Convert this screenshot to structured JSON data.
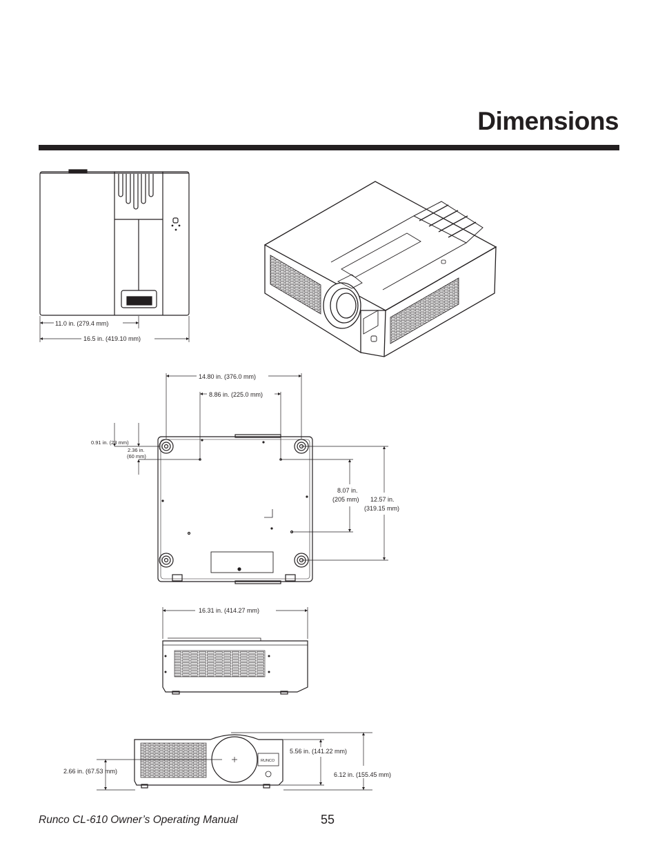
{
  "page": {
    "title": "Dimensions",
    "footer_manual": "Runco CL-610 Owner’s Operating Manual",
    "page_number": "55"
  },
  "top_view": {
    "dim_width": "11.0 in. (279.4 mm)",
    "dim_total": "16.5 in. (419.10 mm)"
  },
  "bottom_view": {
    "dim_outer_feet": "14.80 in. (376.0 mm)",
    "dim_inner_holes": "8.86 in. (225.0 mm)",
    "dim_offset_a": "0.91 in. (23 mm)",
    "dim_offset_b_1": "2.36 in.",
    "dim_offset_b_2": "(60 mm)",
    "dim_depth_holes_1": "8.07 in.",
    "dim_depth_holes_2": "(205 mm)",
    "dim_depth_feet_1": "12.57 in.",
    "dim_depth_feet_2": "(319.15 mm)"
  },
  "side_view": {
    "dim_length": "16.31 in. (414.27 mm)"
  },
  "front_view": {
    "dim_lens_height": "2.66 in. (67.53 mm)",
    "dim_body_height": "5.56 in. (141.22 mm)",
    "dim_total_height": "6.12 in. (155.45 mm)",
    "logo_text": "RUNCO"
  }
}
